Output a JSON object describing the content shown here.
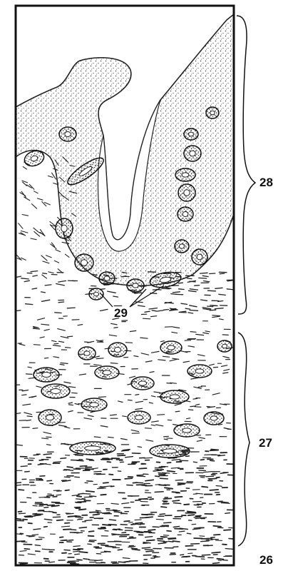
{
  "labels": {
    "l28": "28",
    "l29": "29",
    "l27": "27",
    "l26": "26"
  }
}
